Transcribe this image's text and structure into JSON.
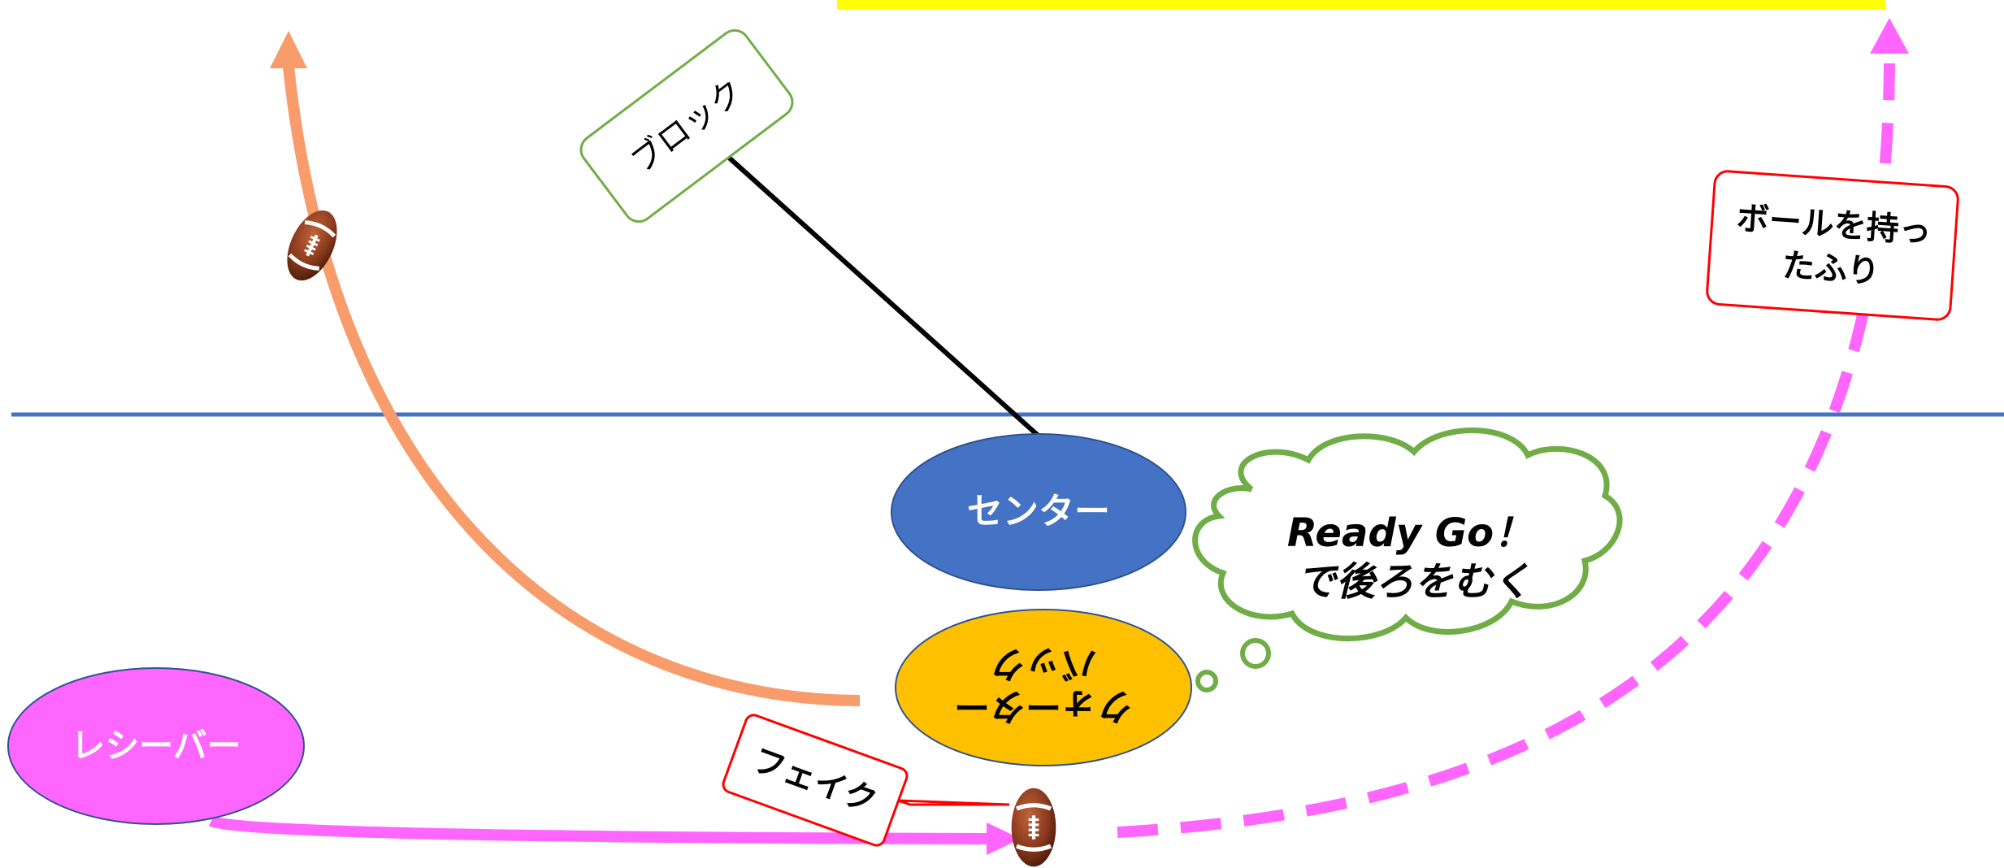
{
  "banner": {
    "text": "",
    "color": "#ffff00"
  },
  "labels": {
    "block": "ブロック",
    "center": "センター",
    "qb_line1": "クォーター",
    "qb_line2": "バック",
    "receiver": "レシーバー",
    "fake": "フェイク",
    "carry_line1": "ボールを持っ",
    "carry_line2": "たふり",
    "thought_line1": "Ready Go！",
    "thought_line2": "で後ろをむく"
  },
  "colors": {
    "scrimmage_line": "#4472c4",
    "center_fill": "#4472c4",
    "qb_fill": "#ffc000",
    "receiver_fill": "#ff66ff",
    "qb_route": "#f79c6a",
    "receiver_route": "#ff66ff",
    "thought_outline": "#70ad47",
    "block_outline": "#70ad47",
    "callout_outline": "#ff0000",
    "football": "#8b3a1e"
  },
  "icons": {
    "football": "football-icon"
  }
}
